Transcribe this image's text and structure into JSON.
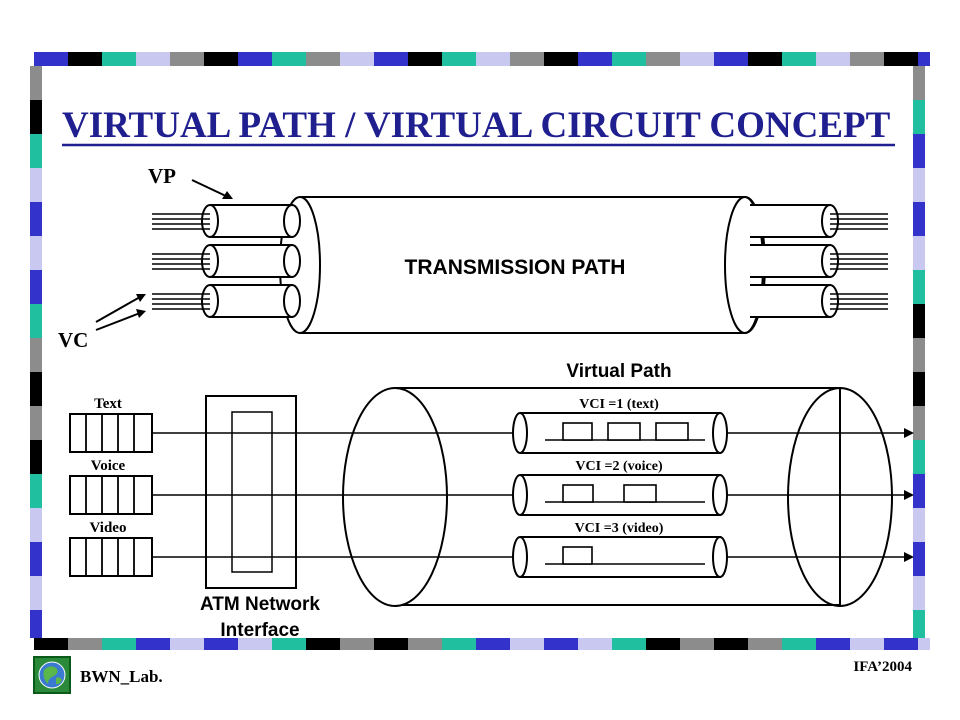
{
  "slide": {
    "title": "VIRTUAL PATH / VIRTUAL CIRCUIT CONCEPT",
    "footer_left": "BWN_Lab.",
    "footer_right": "IFA’2004",
    "logo_icon": "globe-lab-logo-icon"
  },
  "top_diagram": {
    "vp_label": "VP",
    "vc_label": "VC",
    "transmission_path_label": "TRANSMISSION PATH"
  },
  "bottom_diagram": {
    "virtual_path_label": "Virtual Path",
    "atm_label_line1": "ATM Network",
    "atm_label_line2": "Interface",
    "sources": [
      {
        "label": "Text"
      },
      {
        "label": "Voice"
      },
      {
        "label": "Video"
      }
    ],
    "channels": [
      {
        "label": "VCI =1 (text)"
      },
      {
        "label": "VCI =2 (voice)"
      },
      {
        "label": "VCI =3 (video)"
      }
    ]
  },
  "colors": {
    "title": "#1f1f8f",
    "border_blue": "#3333cc",
    "border_teal": "#1fbf9f",
    "border_gray": "#8c8c8c",
    "border_lavender": "#c8c8f0",
    "border_black": "#000000"
  }
}
